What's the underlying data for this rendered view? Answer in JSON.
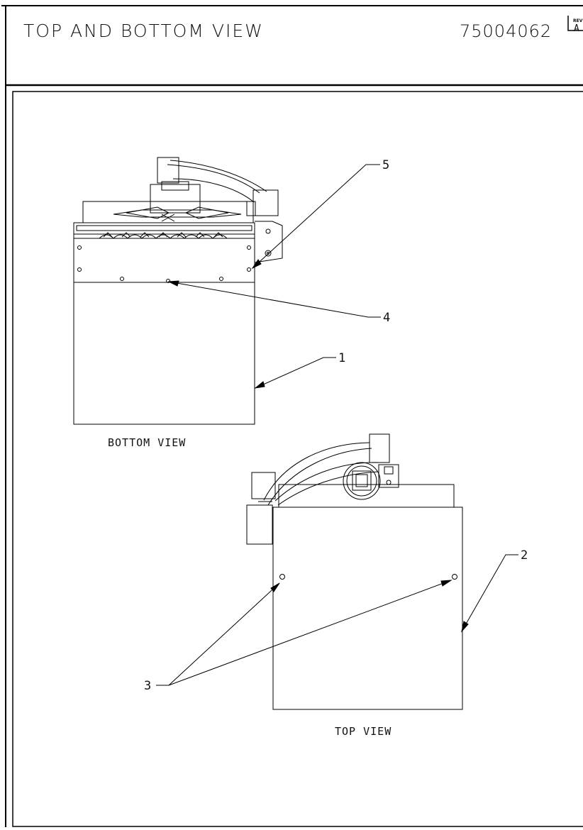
{
  "header": {
    "title": "TOP AND BOTTOM VIEW",
    "part_number": "75004062",
    "rev_caption": "REV",
    "rev_value": "A"
  },
  "views": {
    "bottom_caption": "BOTTOM VIEW",
    "top_caption": "TOP VIEW"
  },
  "callouts": {
    "c1": "1",
    "c2": "2",
    "c3": "3",
    "c4": "4",
    "c5": "5"
  }
}
